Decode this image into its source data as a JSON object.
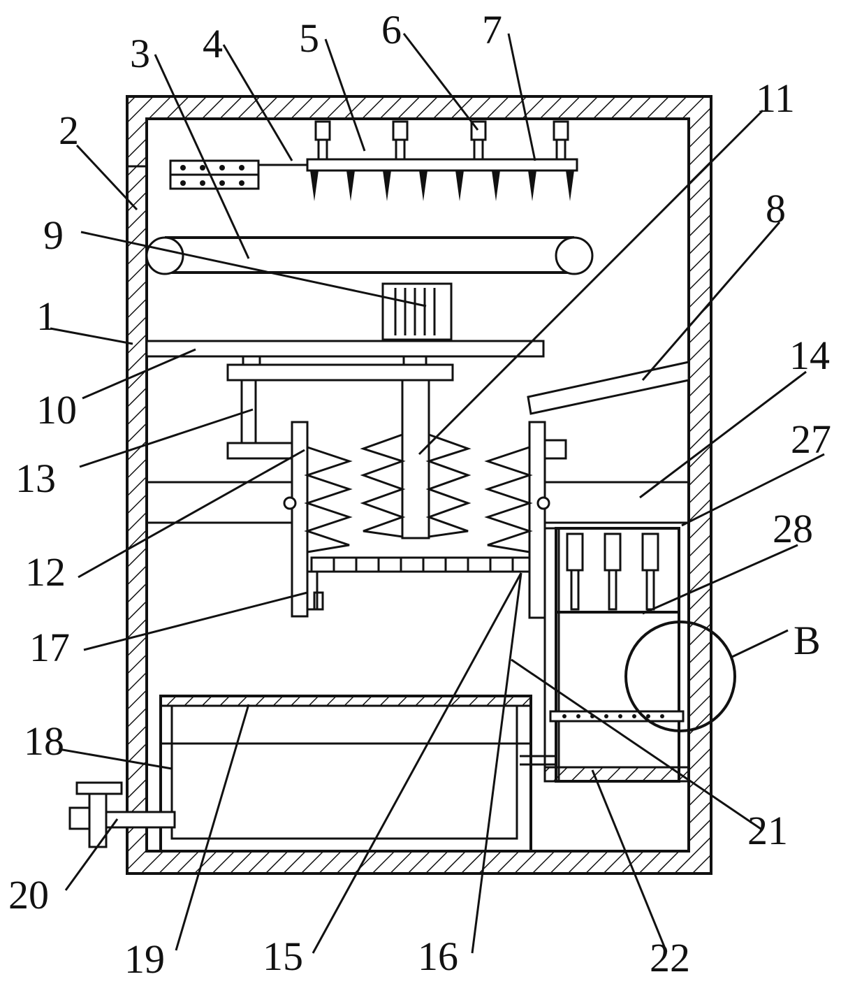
{
  "labels": {
    "l1": "1",
    "l2": "2",
    "l3": "3",
    "l4": "4",
    "l5": "5",
    "l6": "6",
    "l7": "7",
    "l8": "8",
    "l9": "9",
    "l10": "10",
    "l11": "11",
    "l12": "12",
    "l13": "13",
    "l14": "14",
    "l15": "15",
    "l16": "16",
    "l17": "17",
    "l18": "18",
    "l19": "19",
    "l20": "20",
    "l21": "21",
    "l22": "22",
    "l27": "27",
    "l28": "28",
    "lB": "B"
  }
}
